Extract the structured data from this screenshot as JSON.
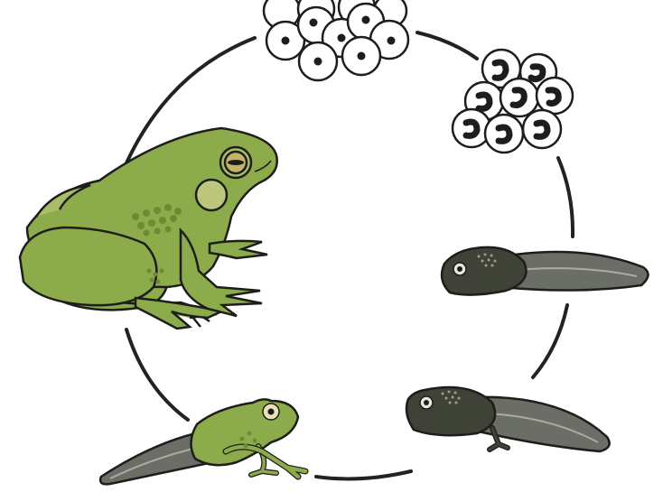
{
  "diagram": {
    "stages": [
      {
        "id": "eggs",
        "icon": "frog-eggs-icon"
      },
      {
        "id": "embryos",
        "icon": "frog-embryo-eggs-icon"
      },
      {
        "id": "tadpole",
        "icon": "tadpole-icon"
      },
      {
        "id": "tadpole-with-legs",
        "icon": "tadpole-with-legs-icon"
      },
      {
        "id": "froglet",
        "icon": "froglet-icon"
      },
      {
        "id": "adult-frog",
        "icon": "adult-frog-icon"
      }
    ],
    "colors": {
      "frog_green": "#8cab4a",
      "frog_light": "#a7bd67",
      "frog_spot": "#6f8a35",
      "tadpole_dark": "#3f4236",
      "tadpole_tail": "#6b6e66",
      "outline": "#1d1d1b"
    }
  }
}
